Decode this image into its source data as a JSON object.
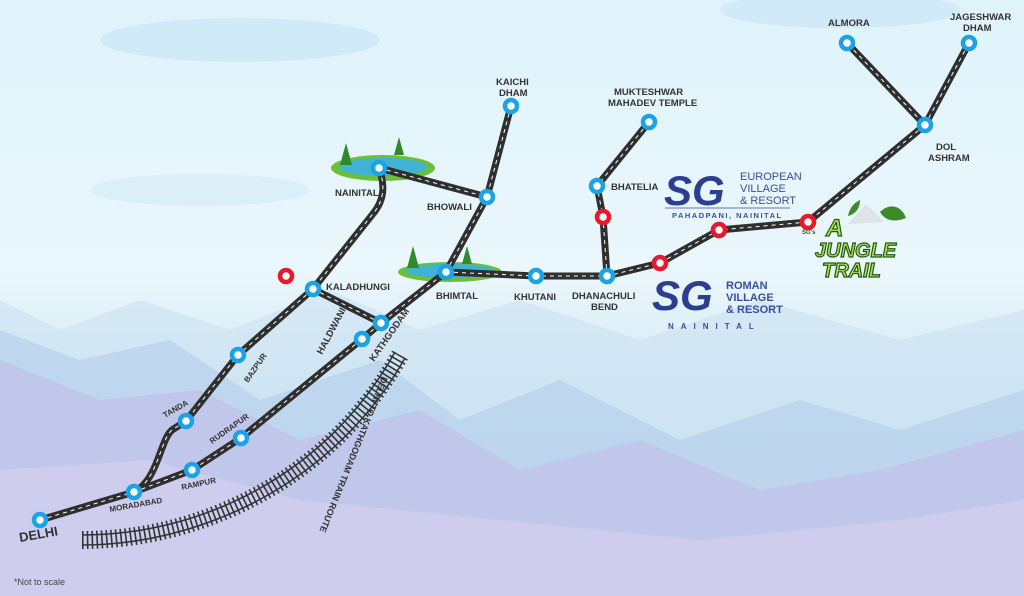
{
  "stations": {
    "delhi": "DELHI",
    "moradabad": "MORADABAD",
    "rampur": "RAMPUR",
    "rudrapur": "RUDRAPUR",
    "tanda": "TANDA",
    "bazpur": "BAZPUR",
    "kaladhungi": "KALADHUNGI",
    "haldwani": "HALDWANI",
    "kathgodam": "KATHGODAM",
    "nainital": "NAINITAL",
    "bhowali": "BHOWALI",
    "kaichi_1": "KAICHI",
    "kaichi_2": "DHAM",
    "bhimtal": "BHIMTAL",
    "khutani": "KHUTANI",
    "dhanachuli_1": "DHANACHULI",
    "dhanachuli_2": "BEND",
    "bhatelia": "BHATELIA",
    "mukteshwar_1": "MUKTESHWAR",
    "mukteshwar_2": "MAHADEV TEMPLE",
    "dol_1": "DOL",
    "dol_2": "ASHRAM",
    "almora": "ALMORA",
    "jageshwar_1": "JAGESHWAR",
    "jageshwar_2": "DHAM"
  },
  "train_route": "DELHI TO KATHGODAM TRAIN ROUTE",
  "resorts": {
    "european": {
      "mark": "SG",
      "line1": "EUROPEAN",
      "line2": "VILLAGE",
      "line3": "& RESORT",
      "sub": "PAHADPANI, NAINITAL"
    },
    "roman": {
      "mark": "SG",
      "line1": "ROMAN",
      "line2": "VILLAGE",
      "line3": "& RESORT",
      "sub": "NAINITAL"
    },
    "jungle": {
      "pre": "SG's",
      "a": "A",
      "line1": "JUNGLE",
      "line2": "TRAIL"
    }
  },
  "footnote": "*Not to scale",
  "colors": {
    "station": "#1ba3e6",
    "resort_marker": "#e8192c",
    "brand_blue": "#2b3e8f",
    "jungle_green": "#8cc63f"
  }
}
